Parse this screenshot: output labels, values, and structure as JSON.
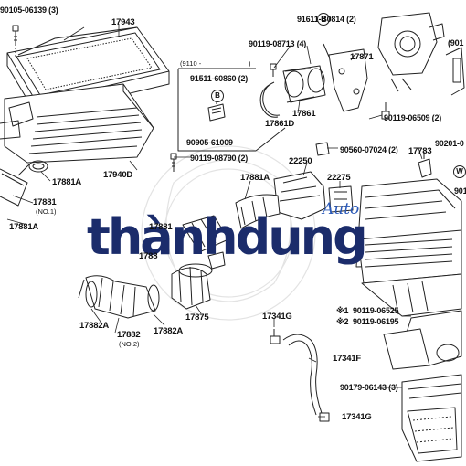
{
  "labels": {
    "p_17943": "17943",
    "p_0105": "90105-06139 (3)",
    "p_91611": "91611-B0814 (2)",
    "p_90119_08713": "90119-08713 (4)",
    "p_17871": "17871",
    "p_9110_box": "(9110 -",
    "p_9110_box_close": ")",
    "p_91511": "91511-60860 (2)",
    "p_90905": "90905-61009",
    "p_17861": "17861",
    "p_17861d": "17861D",
    "p_90119_06509": "90119-06509 (2)",
    "p_9010": "(901",
    "p_90560": "90560-07024 (2)",
    "p_17783": "17783",
    "p_90201": "90201-0",
    "p_90119_08790": "90119-08790 (2)",
    "p_17940d": "17940D",
    "p_17881a_top": "17881A",
    "p_17881_no1": "17881",
    "p_no1": "(NO.1)",
    "p_17881a_left": "17881A",
    "p_22250": "22250",
    "p_22275": "22275",
    "p_17881a_mid": "17881A",
    "p_1788_mid": "17881",
    "p_1788_mid2": "1788",
    "p_17875": "17875",
    "p_17882a_left": "17882A",
    "p_17882": "17882",
    "p_no2": "(NO.2)",
    "p_17882a_right": "17882A",
    "p_17341g_top": "17341G",
    "p_17341f": "17341F",
    "p_17341g_bot": "17341G",
    "p_90119_06525": "90119-06525",
    "p_90119_06195": "90119-06195",
    "p_x1": "※1",
    "p_x2": "※2",
    "p_90179": "90179-06143 (3)",
    "p_901_right": "901",
    "circle_b1": "B",
    "circle_b2": "B",
    "circle_w": "W"
  },
  "watermark": {
    "main": "thànhdung",
    "auto": "Auto"
  },
  "colors": {
    "line": "#222222",
    "watermark": "#1b2c6b",
    "watermark_auto": "#2a59b8"
  }
}
